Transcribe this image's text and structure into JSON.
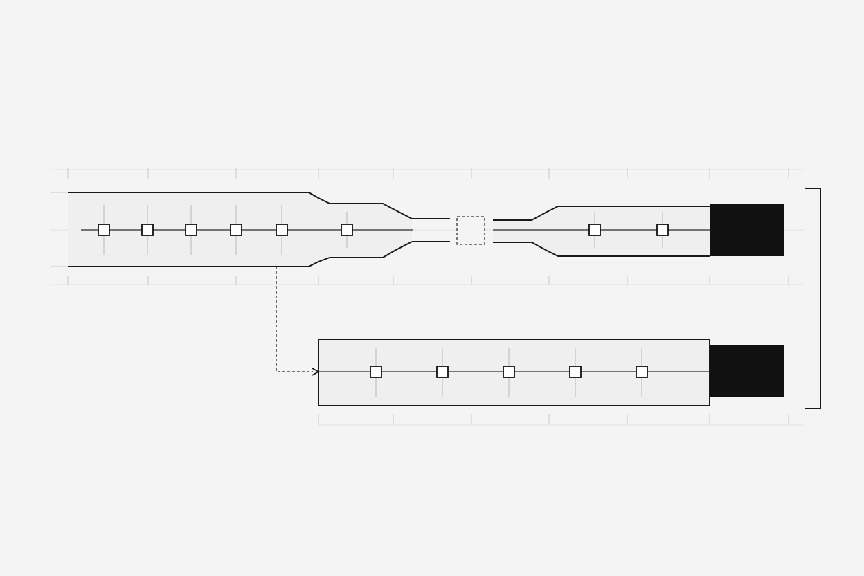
{
  "diagram": {
    "palette": {
      "background": "#f4f4f4",
      "lane_fill": "#efefef",
      "line": "#1a1a1a",
      "grid": "#c9c9c9",
      "terminal_block": "#111111",
      "node_fill": "#ffffff"
    },
    "top_lane": {
      "left_node_count": 6,
      "right_node_count": 2,
      "has_gap_marker": true,
      "has_terminal_block": true
    },
    "bottom_lane": {
      "node_count": 5,
      "has_terminal_block": true
    },
    "connectors": {
      "dashed_link_with_arrow": true,
      "right_bracket_spans_lanes": true
    }
  }
}
